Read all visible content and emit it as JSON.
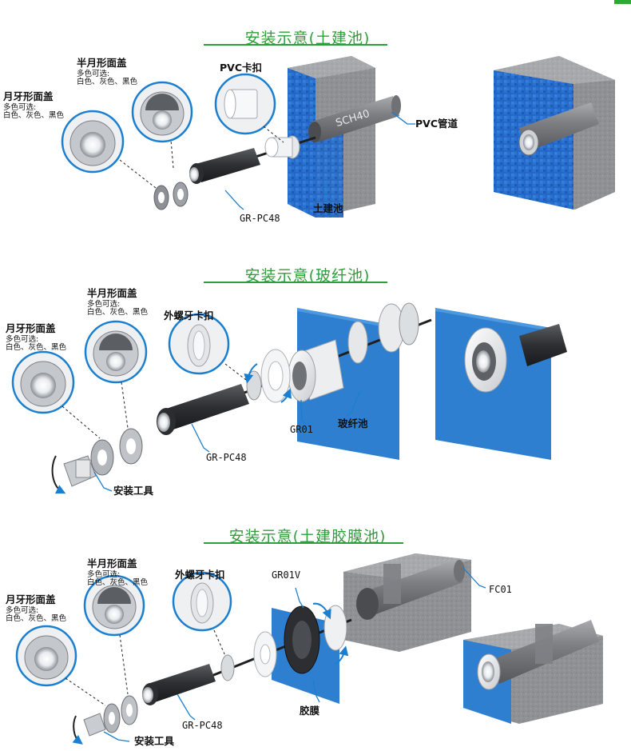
{
  "sections": [
    {
      "title": "安装示意(土建池)",
      "labels": {
        "half_moon_cover": "半月形面盖",
        "half_moon_colors_1": "多色可选:",
        "half_moon_colors_2": "白色、灰色、黑色",
        "crescent_cover": "月牙形面盖",
        "crescent_colors_1": "多色可选:",
        "crescent_colors_2": "白色、灰色、黑色",
        "pvc_clip": "PVC卡扣",
        "pipe_print": "SCH40",
        "pvc_pipe": "PVC管道",
        "concrete_pool": "土建池",
        "model": "GR-PC48"
      }
    },
    {
      "title": "安装示意(玻纤池)",
      "labels": {
        "half_moon_cover": "半月形面盖",
        "half_moon_colors_1": "多色可选:",
        "half_moon_colors_2": "白色、灰色、黑色",
        "crescent_cover": "月牙形面盖",
        "crescent_colors_1": "多色可选:",
        "crescent_colors_2": "白色、灰色、黑色",
        "ext_thread_clip": "外螺牙卡扣",
        "gr01": "GR01",
        "fiberglass_pool": "玻纤池",
        "model": "GR-PC48",
        "install_tool": "安装工具"
      }
    },
    {
      "title": "安装示意(土建胶膜池)",
      "labels": {
        "half_moon_cover": "半月形面盖",
        "half_moon_colors_1": "多色可选:",
        "half_moon_colors_2": "白色、灰色、黑色",
        "crescent_cover": "月牙形面盖",
        "crescent_colors_1": "多色可选:",
        "crescent_colors_2": "白色、灰色、黑色",
        "ext_thread_clip": "外螺牙卡扣",
        "gr01v": "GR01V",
        "fc01": "FC01",
        "liner": "胶膜",
        "model": "GR-PC48",
        "install_tool": "安装工具"
      }
    }
  ],
  "colors": {
    "title_green": "#2f9e3a",
    "callout_blue": "#1a7fd0",
    "tile_blue": "#2266c4",
    "concrete_gray": "#8e9093",
    "lamp_dark": "#2e3033"
  }
}
